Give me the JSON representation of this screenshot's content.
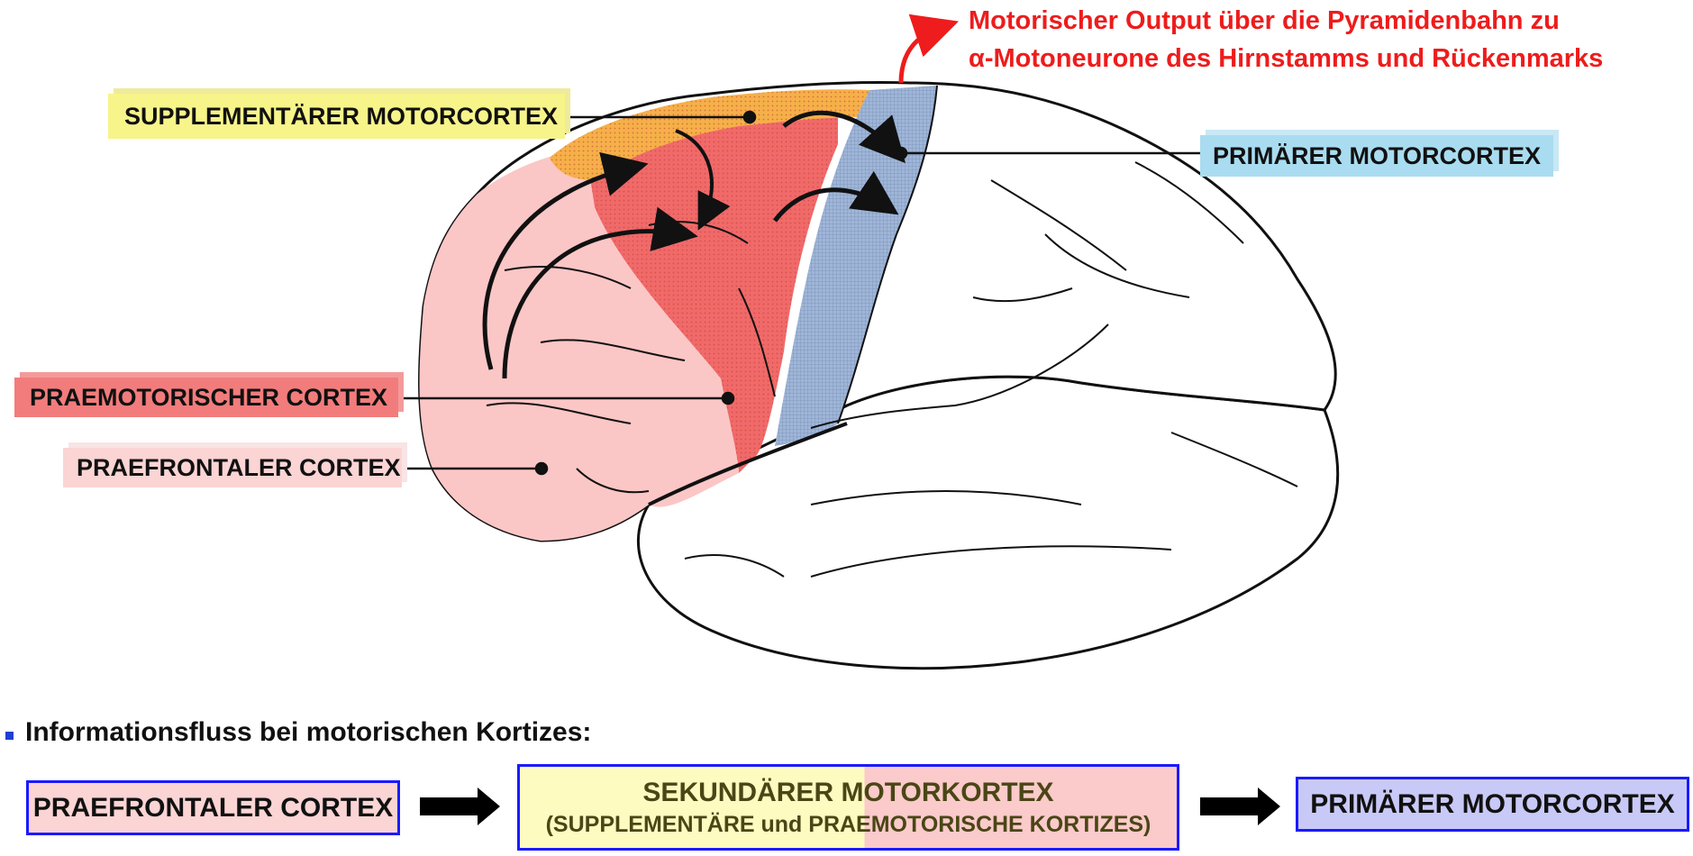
{
  "labels": {
    "sma": "SUPPLEMENTÄRER MOTORCORTEX",
    "premotor": "PRAEMOTORISCHER CORTEX",
    "praefrontal": "PRAEFRONTALER CORTEX",
    "primary": "PRIMÄRER MOTORCORTEX"
  },
  "output": {
    "line1": "Motorischer Output über die Pyramidenbahn zu",
    "line2": "α-Motoneurone des Hirnstamms und Rückenmarks"
  },
  "flow": {
    "title": "Informationsfluss bei motorischen Kortizes:",
    "box1": "PRAEFRONTALER CORTEX",
    "box2_line1": "SEKUNDÄRER MOTORKORTEX",
    "box2_line2": "(SUPPLEMENTÄRE und PRAEMOTORISCHE KORTIZES)",
    "box3": "PRIMÄRER MOTORCORTEX"
  },
  "colors": {
    "sma": "#f5b04a",
    "premotor": "#f06a6a",
    "praefrontal": "#fbc6c6",
    "primary": "#9fb6d8",
    "output_text": "#ee1c1c",
    "flow_border": "#1a1aff"
  }
}
